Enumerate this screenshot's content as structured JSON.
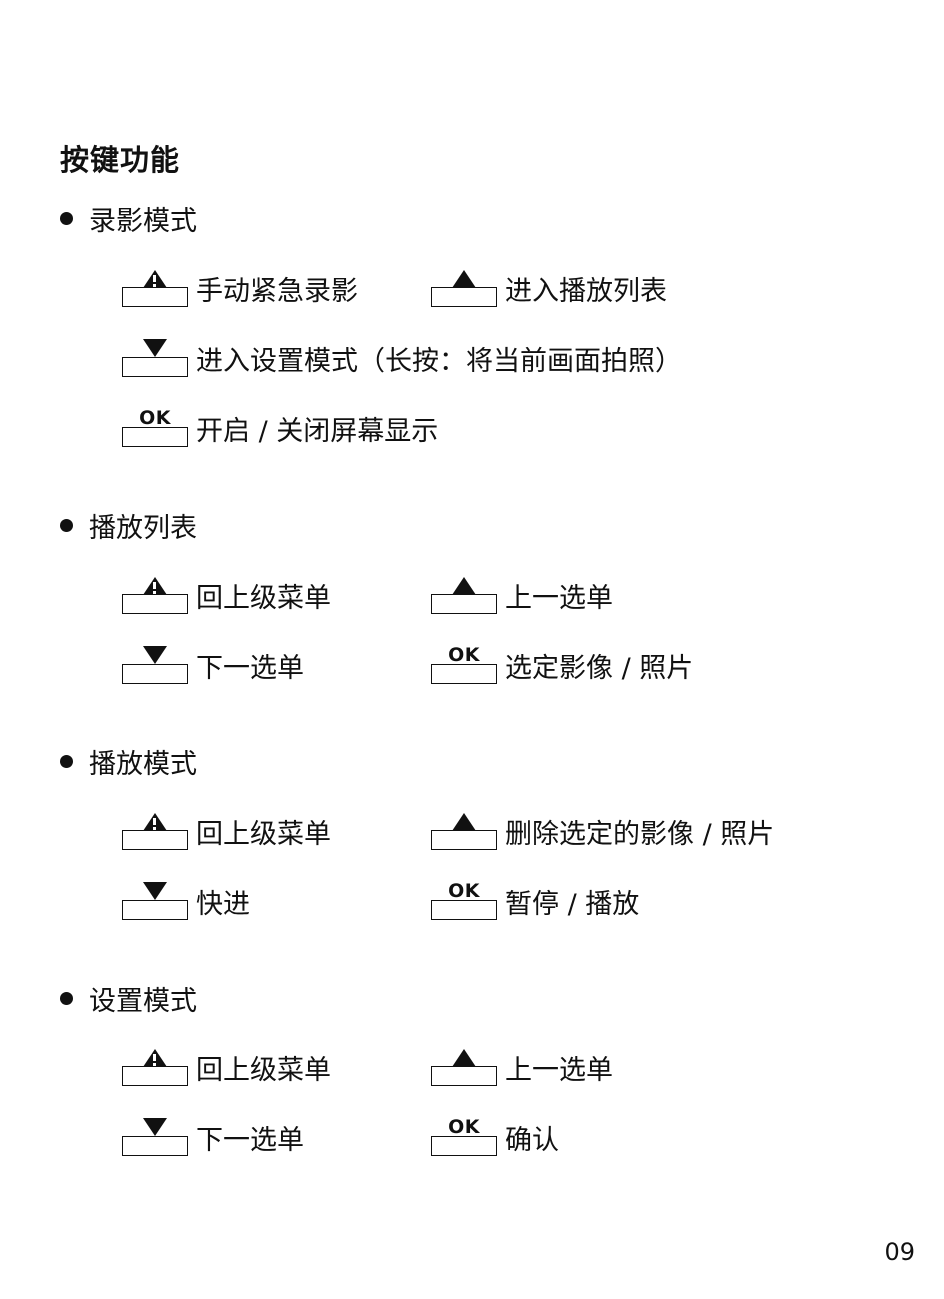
{
  "title": "按键功能",
  "sections": [
    {
      "heading": "录影模式",
      "items": [
        {
          "icon": "warning-icon",
          "label": "手动紧急录影"
        },
        {
          "icon": "up-triangle-icon",
          "label": "进入播放列表"
        },
        {
          "icon": "down-triangle-icon",
          "label": "进入设置模式（长按：将当前画面拍照）"
        },
        {
          "icon": "ok-icon",
          "label": "开启 / 关闭屏幕显示"
        }
      ]
    },
    {
      "heading": "播放列表",
      "items": [
        {
          "icon": "warning-icon",
          "label": "回上级菜单"
        },
        {
          "icon": "up-triangle-icon",
          "label": "上一选单"
        },
        {
          "icon": "down-triangle-icon",
          "label": "下一选单"
        },
        {
          "icon": "ok-icon",
          "label": "选定影像 / 照片"
        }
      ]
    },
    {
      "heading": "播放模式",
      "items": [
        {
          "icon": "warning-icon",
          "label": "回上级菜单"
        },
        {
          "icon": "up-triangle-icon",
          "label": "删除选定的影像 / 照片"
        },
        {
          "icon": "down-triangle-icon",
          "label": "快进"
        },
        {
          "icon": "ok-icon",
          "label": "暂停 / 播放"
        }
      ]
    },
    {
      "heading": "设置模式",
      "items": [
        {
          "icon": "warning-icon",
          "label": "回上级菜单"
        },
        {
          "icon": "up-triangle-icon",
          "label": "上一选单"
        },
        {
          "icon": "down-triangle-icon",
          "label": "下一选单"
        },
        {
          "icon": "ok-icon",
          "label": "确认"
        }
      ]
    }
  ],
  "ok_key_text": "OK",
  "page_number": "09"
}
